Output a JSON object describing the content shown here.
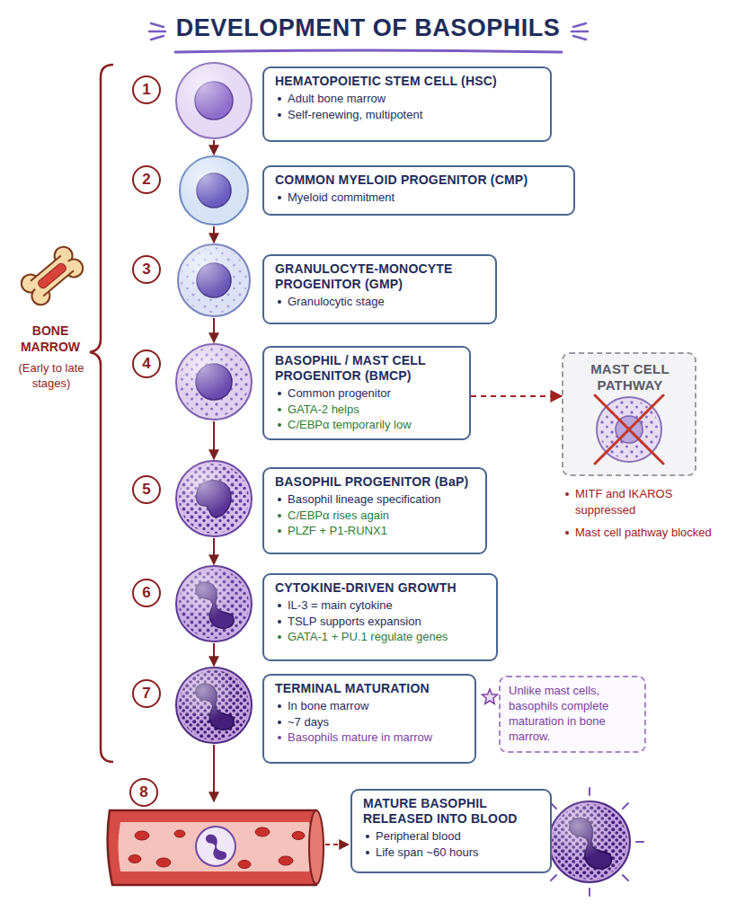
{
  "diagram": {
    "title": "DEVELOPMENT OF BASOPHILS",
    "nodes": [
      {
        "text": [
          "HEMATOPOIETIC STEM CELL (HSC)",
          "Adult bone marrow",
          "Self-renewing, multipotent"
        ]
      },
      {
        "text": [
          "COMMON MYELOID PROGENITOR (CMP)",
          "Myeloid commitment"
        ]
      },
      {
        "text": [
          "GRANULOCYTE-MONOCYTE PROGENITOR (GMP)",
          "Granulocytic stage"
        ]
      },
      {
        "text": [
          "BASOPHIL / MAST CELL PROGENITOR (BMCP)",
          "Common progenitor",
          "GATA-2 helps",
          "C/EBPα temporarily low"
        ]
      },
      {
        "text": [
          "MAST CELL PATHWAY"
        ]
      },
      {
        "text": [
          "BASOPHIL PROGENITOR (BaP)",
          "Basophil lineage specification",
          "C/EBPα rises again",
          "PLZF + P1-RUNX1"
        ]
      },
      {
        "text": [
          "CYTOKINE-DRIVEN GROWTH",
          "IL-3 = main cytokine",
          "TSLP supports expansion",
          "GATA-1 + PU.1 regulate genes"
        ]
      },
      {
        "text": [
          "TERMINAL MATURATION",
          "In bone marrow",
          "~7 days",
          "Basophils mature in marrow"
        ]
      },
      {
        "text": [
          "Unlike mast cells, basophils complete maturation in bone marrow."
        ]
      },
      {
        "text": [
          "MATURE BASOPHIL RELEASED INTO BLOOD",
          "Peripheral blood",
          "Life span ~60 hours"
        ]
      }
    ],
    "edges": [
      {
        "from": 3,
        "to": 4,
        "arrow": "to"
      }
    ],
    "labels": [
      "1",
      "2",
      "3",
      "4",
      "5",
      "6",
      "7",
      "8",
      "BONE MARROW",
      "(Early to late stages)",
      "MITF and IKAROS suppressed",
      "Mast cell pathway blocked"
    ]
  }
}
